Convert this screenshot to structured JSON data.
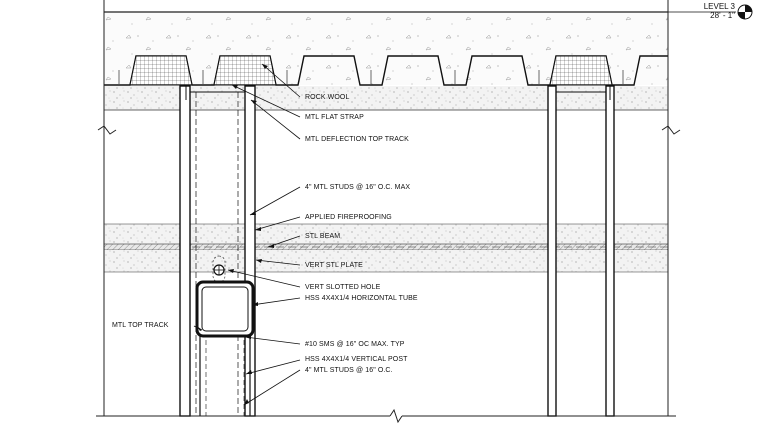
{
  "level": {
    "name": "LEVEL 3",
    "elevation": "28' - 1\""
  },
  "callouts": {
    "rock_wool": "ROCK WOOL",
    "mtl_flat_strap": "MTL FLAT STRAP",
    "mtl_deflection_top_track": "MTL DEFLECTION TOP TRACK",
    "mtl_studs_max": "4\" MTL STUDS @ 16\" O.C. MAX",
    "applied_fireproofing": "APPLIED FIREPROOFING",
    "stl_beam": "STL BEAM",
    "vert_stl_plate": "VERT STL PLATE",
    "vert_slotted_hole": "VERT SLOTTED HOLE",
    "hss_horizontal_tube": "HSS 4X4X1/4 HORIZONTAL TUBE",
    "mtl_top_track": "MTL TOP TRACK",
    "sms": "#10 SMS @ 16\" OC MAX. TYP",
    "hss_vertical_post": "HSS 4X4X1/4 VERTICAL POST",
    "mtl_studs": "4\" MTL STUDS @ 16\" O.C."
  }
}
